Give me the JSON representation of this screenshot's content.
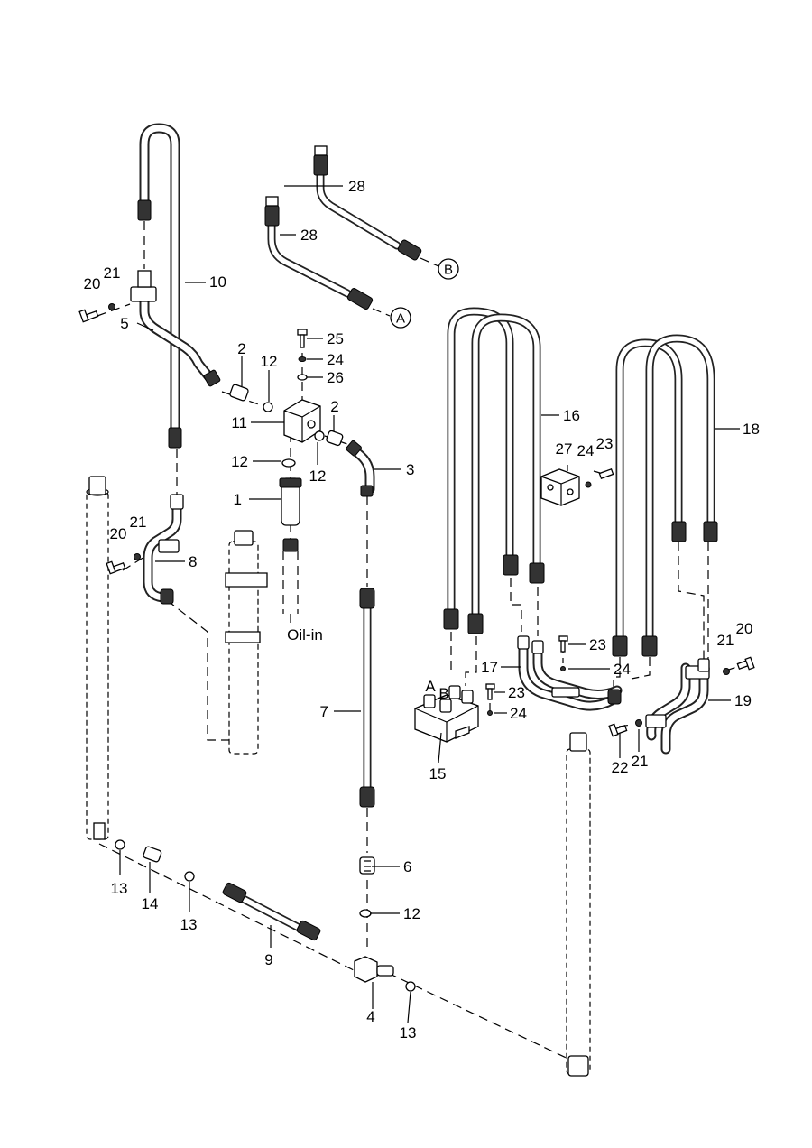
{
  "labels": {
    "p1": "1",
    "p2a": "2",
    "p2b": "2",
    "p3": "3",
    "p4": "4",
    "p5": "5",
    "p6": "6",
    "p7": "7",
    "p8": "8",
    "p9": "9",
    "p10": "10",
    "p11": "11",
    "p12a": "12",
    "p12b": "12",
    "p12c": "12",
    "p12d": "12",
    "p13a": "13",
    "p13b": "13",
    "p13c": "13",
    "p14": "14",
    "p15": "15",
    "p16": "16",
    "p17": "17",
    "p18": "18",
    "p19": "19",
    "p20a": "20",
    "p20b": "20",
    "p20c": "20",
    "p21a": "21",
    "p21b": "21",
    "p21c": "21",
    "p21d": "21",
    "p22": "22",
    "p23a": "23",
    "p23b": "23",
    "p23c": "23",
    "p24a": "24",
    "p24b": "24",
    "p24c": "24",
    "p24d": "24",
    "p25": "25",
    "p26": "26",
    "p27": "27",
    "p28a": "28",
    "p28b": "28"
  },
  "callouts": {
    "a": "A",
    "b": "B"
  },
  "port_labels": {
    "a": "A",
    "b": "B"
  },
  "annotations": {
    "oil_in": "Oil-in"
  }
}
